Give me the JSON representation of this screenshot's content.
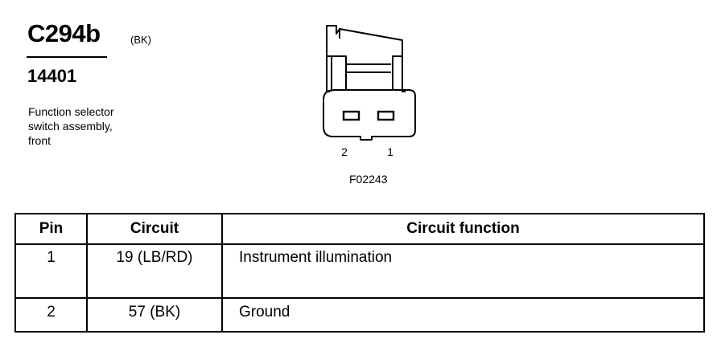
{
  "header": {
    "connector_id": "C294b",
    "color_code": "(BK)",
    "part_number": "14401",
    "description_lines": [
      "Function selector",
      "switch assembly,",
      "front"
    ]
  },
  "diagram": {
    "pin_labels": [
      "2",
      "1"
    ],
    "figure_code": "F02243"
  },
  "table": {
    "headers": [
      "Pin",
      "Circuit",
      "Circuit function"
    ],
    "rows": [
      {
        "pin": "1",
        "circuit": "19 (LB/RD)",
        "function": "Instrument illumination"
      },
      {
        "pin": "2",
        "circuit": "57 (BK)",
        "function": "Ground"
      }
    ]
  }
}
